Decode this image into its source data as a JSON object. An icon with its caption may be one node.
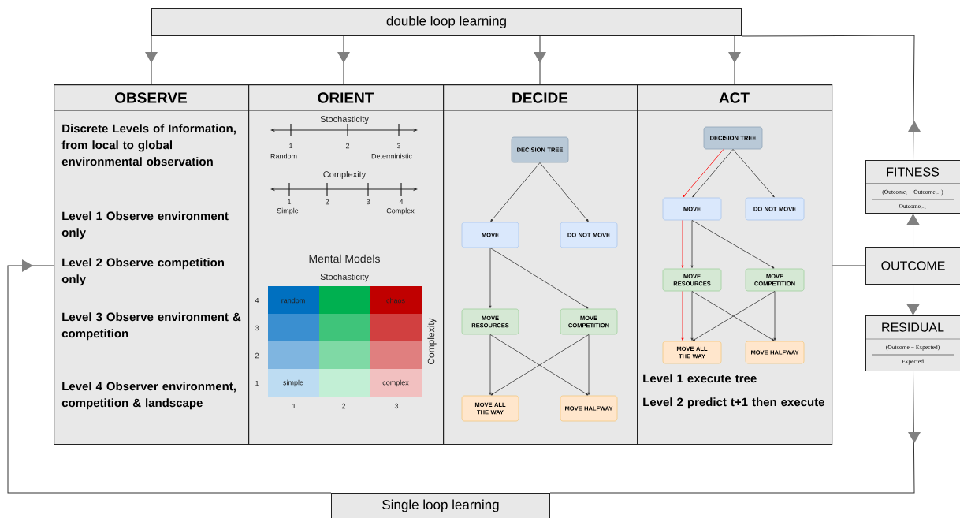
{
  "diagram": {
    "nodes": [
      {
        "text": [
          "double loop learning"
        ]
      },
      {
        "text": [
          "OBSERVE",
          "Discrete Levels of Information, from local to global environmental observation",
          "Level 1 Observe environment only",
          "Level 2 Observe competition only",
          "Level 3 Observe environment & competition",
          "Level 4 Observer environment, competition & landscape"
        ]
      },
      {
        "text": [
          "ORIENT"
        ]
      },
      {
        "text": [
          "DECIDE"
        ]
      },
      {
        "text": [
          "DECISION TREE"
        ],
        "in": 3
      },
      {
        "text": [
          "MOVE"
        ],
        "in": 3
      },
      {
        "text": [
          "DO NOT MOVE"
        ],
        "in": 3
      },
      {
        "text": [
          "MOVE RESOURCES"
        ],
        "in": 3
      },
      {
        "text": [
          "MOVE COMPETITION"
        ],
        "in": 3
      },
      {
        "text": [
          "MOVE ALL THE WAY"
        ],
        "in": 3
      },
      {
        "text": [
          "MOVE HALFWAY"
        ],
        "in": 3
      },
      {
        "text": [
          "ACT",
          "Level 1 execute tree",
          "Level 2 predict t+1 then execute"
        ]
      },
      {
        "text": [
          "DECISION TREE"
        ],
        "in": 11
      },
      {
        "text": [
          "MOVE"
        ],
        "in": 11
      },
      {
        "text": [
          "DO NOT MOVE"
        ],
        "in": 11
      },
      {
        "text": [
          "MOVE RESOURCES"
        ],
        "in": 11
      },
      {
        "text": [
          "MOVE COMPETITION"
        ],
        "in": 11
      },
      {
        "text": [
          "MOVE ALL THE WAY"
        ],
        "in": 11
      },
      {
        "text": [
          "MOVE HALFWAY"
        ],
        "in": 11
      },
      {
        "text": [
          "FITNESS",
          "(Outcome$_{t}$ − Outcome$_{t−1}$)",
          "Outcome$_{t−1}$"
        ]
      },
      {
        "text": [
          "OUTCOME"
        ]
      },
      {
        "text": [
          "RESIDUAL",
          "(Outcome − Expected)",
          "Expected"
        ]
      },
      {
        "text": [
          "Single loop learning"
        ]
      }
    ],
    "edges": [
      {
        "from": 0,
        "to": 1,
        "arrow": "to"
      },
      {
        "from": 0,
        "to": 2,
        "arrow": "to"
      },
      {
        "from": 0,
        "to": 3,
        "arrow": "to"
      },
      {
        "from": 0,
        "to": 11,
        "arrow": "to"
      },
      {
        "from": 4,
        "to": 5,
        "arrow": "to"
      },
      {
        "from": 4,
        "to": 6,
        "arrow": "to"
      },
      {
        "from": 5,
        "to": 7,
        "arrow": "to"
      },
      {
        "from": 5,
        "to": 8,
        "arrow": "to"
      },
      {
        "from": 7,
        "to": 9,
        "arrow": "to"
      },
      {
        "from": 7,
        "to": 10,
        "arrow": "to"
      },
      {
        "from": 8,
        "to": 9,
        "arrow": "to"
      },
      {
        "from": 8,
        "to": 10,
        "arrow": "to"
      },
      {
        "from": 12,
        "to": 13,
        "arrow": "to"
      },
      {
        "from": 12,
        "to": 14,
        "arrow": "to"
      },
      {
        "from": 13,
        "to": 15,
        "arrow": "to"
      },
      {
        "from": 13,
        "to": 16,
        "arrow": "to"
      },
      {
        "from": 15,
        "to": 17,
        "arrow": "to"
      },
      {
        "from": 15,
        "to": 18,
        "arrow": "to"
      },
      {
        "from": 16,
        "to": 17,
        "arrow": "to"
      },
      {
        "from": 16,
        "to": 18,
        "arrow": "to"
      },
      {
        "from": 12,
        "to": 13,
        "arrow": "to",
        "color": "#ff0000"
      },
      {
        "from": 13,
        "to": 15,
        "arrow": "to",
        "color": "#ff0000"
      },
      {
        "from": 15,
        "to": 17,
        "arrow": "to",
        "color": "#ff0000"
      },
      {
        "from": 20,
        "to": 19,
        "arrow": "to"
      },
      {
        "from": 20,
        "to": 21,
        "arrow": "to"
      },
      {
        "from": 19,
        "to": 0,
        "arrow": "to"
      },
      {
        "from": 21,
        "to": 22,
        "arrow": "to"
      },
      {
        "from": 22,
        "to": 1,
        "arrow": "to"
      },
      {
        "from": 11,
        "to": 20,
        "arrow": "none"
      }
    ],
    "labels": [
      "Stochasticity",
      "1",
      "2",
      "3",
      "Random",
      "Deterministic",
      "Complexity",
      "1",
      "2",
      "3",
      "4",
      "Simple",
      "Complex",
      "Mental Models",
      "Stochasticity",
      "4",
      "random",
      "chaos",
      "3",
      "2",
      "1",
      "simple",
      "complex",
      "Complexity",
      "1",
      "2",
      "3"
    ]
  }
}
